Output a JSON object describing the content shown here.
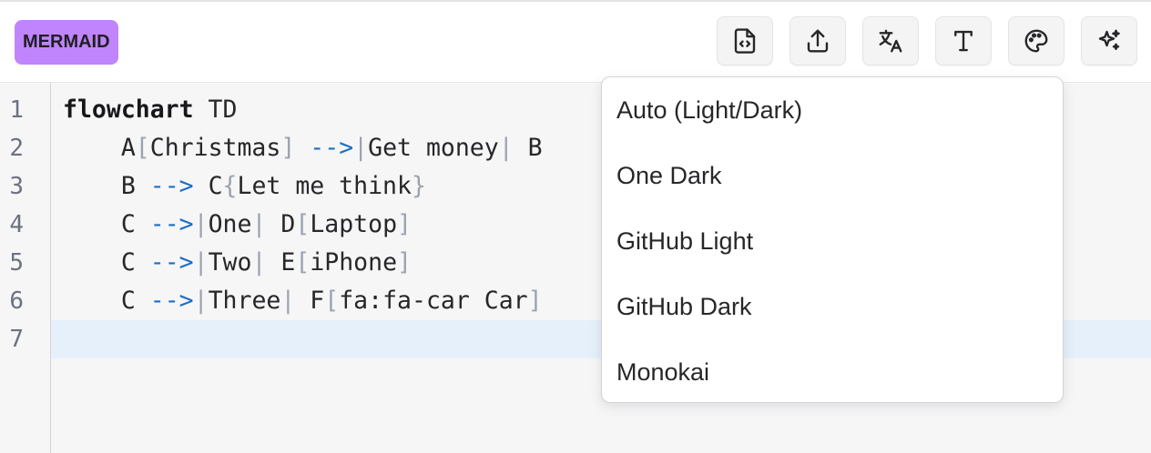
{
  "header": {
    "language_badge": "MERMAID",
    "buttons": [
      {
        "icon": "file-code-icon",
        "title": "Export code"
      },
      {
        "icon": "upload-icon",
        "title": "Share"
      },
      {
        "icon": "translate-icon",
        "title": "Translate"
      },
      {
        "icon": "font-icon",
        "title": "Font"
      },
      {
        "icon": "palette-icon",
        "title": "Theme"
      },
      {
        "icon": "sparkles-icon",
        "title": "AI"
      }
    ]
  },
  "editor": {
    "line_numbers": [
      "1",
      "2",
      "3",
      "4",
      "5",
      "6",
      "7"
    ],
    "lines": [
      [
        {
          "t": "flowchart",
          "c": "kw"
        },
        {
          "t": " TD",
          "c": ""
        }
      ],
      [
        {
          "t": "    A",
          "c": ""
        },
        {
          "t": "[",
          "c": "br"
        },
        {
          "t": "Christmas",
          "c": ""
        },
        {
          "t": "]",
          "c": "br"
        },
        {
          "t": " ",
          "c": ""
        },
        {
          "t": "-->",
          "c": "arrow"
        },
        {
          "t": "|",
          "c": "br"
        },
        {
          "t": "Get money",
          "c": ""
        },
        {
          "t": "|",
          "c": "br"
        },
        {
          "t": " B",
          "c": ""
        }
      ],
      [
        {
          "t": "    B ",
          "c": ""
        },
        {
          "t": "-->",
          "c": "arrow"
        },
        {
          "t": " C",
          "c": ""
        },
        {
          "t": "{",
          "c": "br"
        },
        {
          "t": "Let me think",
          "c": ""
        },
        {
          "t": "}",
          "c": "br"
        }
      ],
      [
        {
          "t": "    C ",
          "c": ""
        },
        {
          "t": "-->",
          "c": "arrow"
        },
        {
          "t": "|",
          "c": "br"
        },
        {
          "t": "One",
          "c": ""
        },
        {
          "t": "|",
          "c": "br"
        },
        {
          "t": " D",
          "c": ""
        },
        {
          "t": "[",
          "c": "br"
        },
        {
          "t": "Laptop",
          "c": ""
        },
        {
          "t": "]",
          "c": "br"
        }
      ],
      [
        {
          "t": "    C ",
          "c": ""
        },
        {
          "t": "-->",
          "c": "arrow"
        },
        {
          "t": "|",
          "c": "br"
        },
        {
          "t": "Two",
          "c": ""
        },
        {
          "t": "|",
          "c": "br"
        },
        {
          "t": " E",
          "c": ""
        },
        {
          "t": "[",
          "c": "br"
        },
        {
          "t": "iPhone",
          "c": ""
        },
        {
          "t": "]",
          "c": "br"
        }
      ],
      [
        {
          "t": "    C ",
          "c": ""
        },
        {
          "t": "-->",
          "c": "arrow"
        },
        {
          "t": "|",
          "c": "br"
        },
        {
          "t": "Three",
          "c": ""
        },
        {
          "t": "|",
          "c": "br"
        },
        {
          "t": " F",
          "c": ""
        },
        {
          "t": "[",
          "c": "br"
        },
        {
          "t": "fa:fa-car Car",
          "c": ""
        },
        {
          "t": "]",
          "c": "br"
        }
      ],
      []
    ]
  },
  "theme_menu": {
    "options": [
      "Auto (Light/Dark)",
      "One Dark",
      "GitHub Light",
      "GitHub Dark",
      "Monokai"
    ]
  },
  "colors": {
    "badge": "#c084fc",
    "arrow": "#1d6fc4",
    "active_line": "#e6f0fb"
  }
}
